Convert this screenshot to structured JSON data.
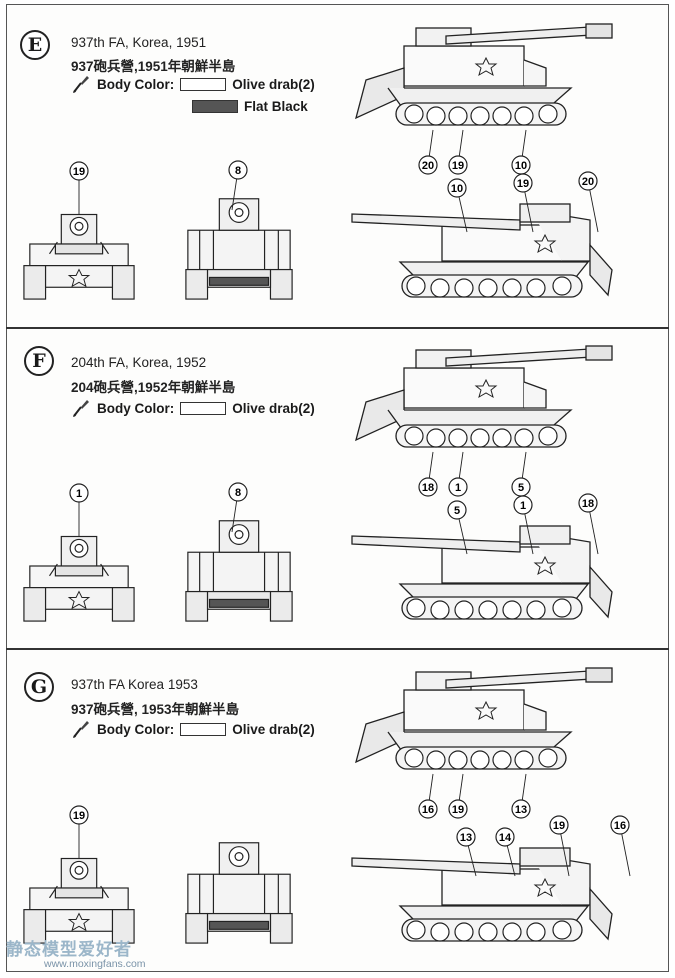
{
  "sections": [
    {
      "letter": "E",
      "unit": "937th  FA,  Korea,  1951",
      "unit_cn": "937砲兵營,1951年朝鮮半島",
      "colors": [
        {
          "label": "Body Color:",
          "name": "Olive drab(2)"
        },
        {
          "label": "",
          "name": "Flat Black"
        }
      ],
      "callouts_side_top": [
        "20",
        "19",
        "10"
      ],
      "callouts_side_bottom": [
        "10",
        "19",
        "20"
      ],
      "callout_front": "19",
      "callout_rear": "8"
    },
    {
      "letter": "F",
      "unit": "204th  FA,  Korea,  1952",
      "unit_cn": "204砲兵營,1952年朝鮮半島",
      "colors": [
        {
          "label": "Body Color:",
          "name": "Olive drab(2)"
        }
      ],
      "callouts_side_top": [
        "18",
        "1",
        "5"
      ],
      "callouts_side_bottom": [
        "5",
        "1",
        "18"
      ],
      "callout_front": "1",
      "callout_rear": "8"
    },
    {
      "letter": "G",
      "unit": "937th  FA  Korea  1953",
      "unit_cn": "937砲兵營, 1953年朝鮮半島",
      "colors": [
        {
          "label": "Body Color:",
          "name": "Olive drab(2)"
        }
      ],
      "callouts_side_top": [
        "16",
        "19",
        "13"
      ],
      "callouts_side_bottom": [
        "13",
        "14",
        "19",
        "16"
      ],
      "callout_front": "19",
      "callout_rear": ""
    }
  ],
  "watermark": {
    "text": "静态模型爱好者",
    "url": "www.moxingfans.com"
  },
  "colors_hex": {
    "olive_swatch": "#ffffff",
    "black_swatch": "#555555",
    "line": "#222222"
  }
}
